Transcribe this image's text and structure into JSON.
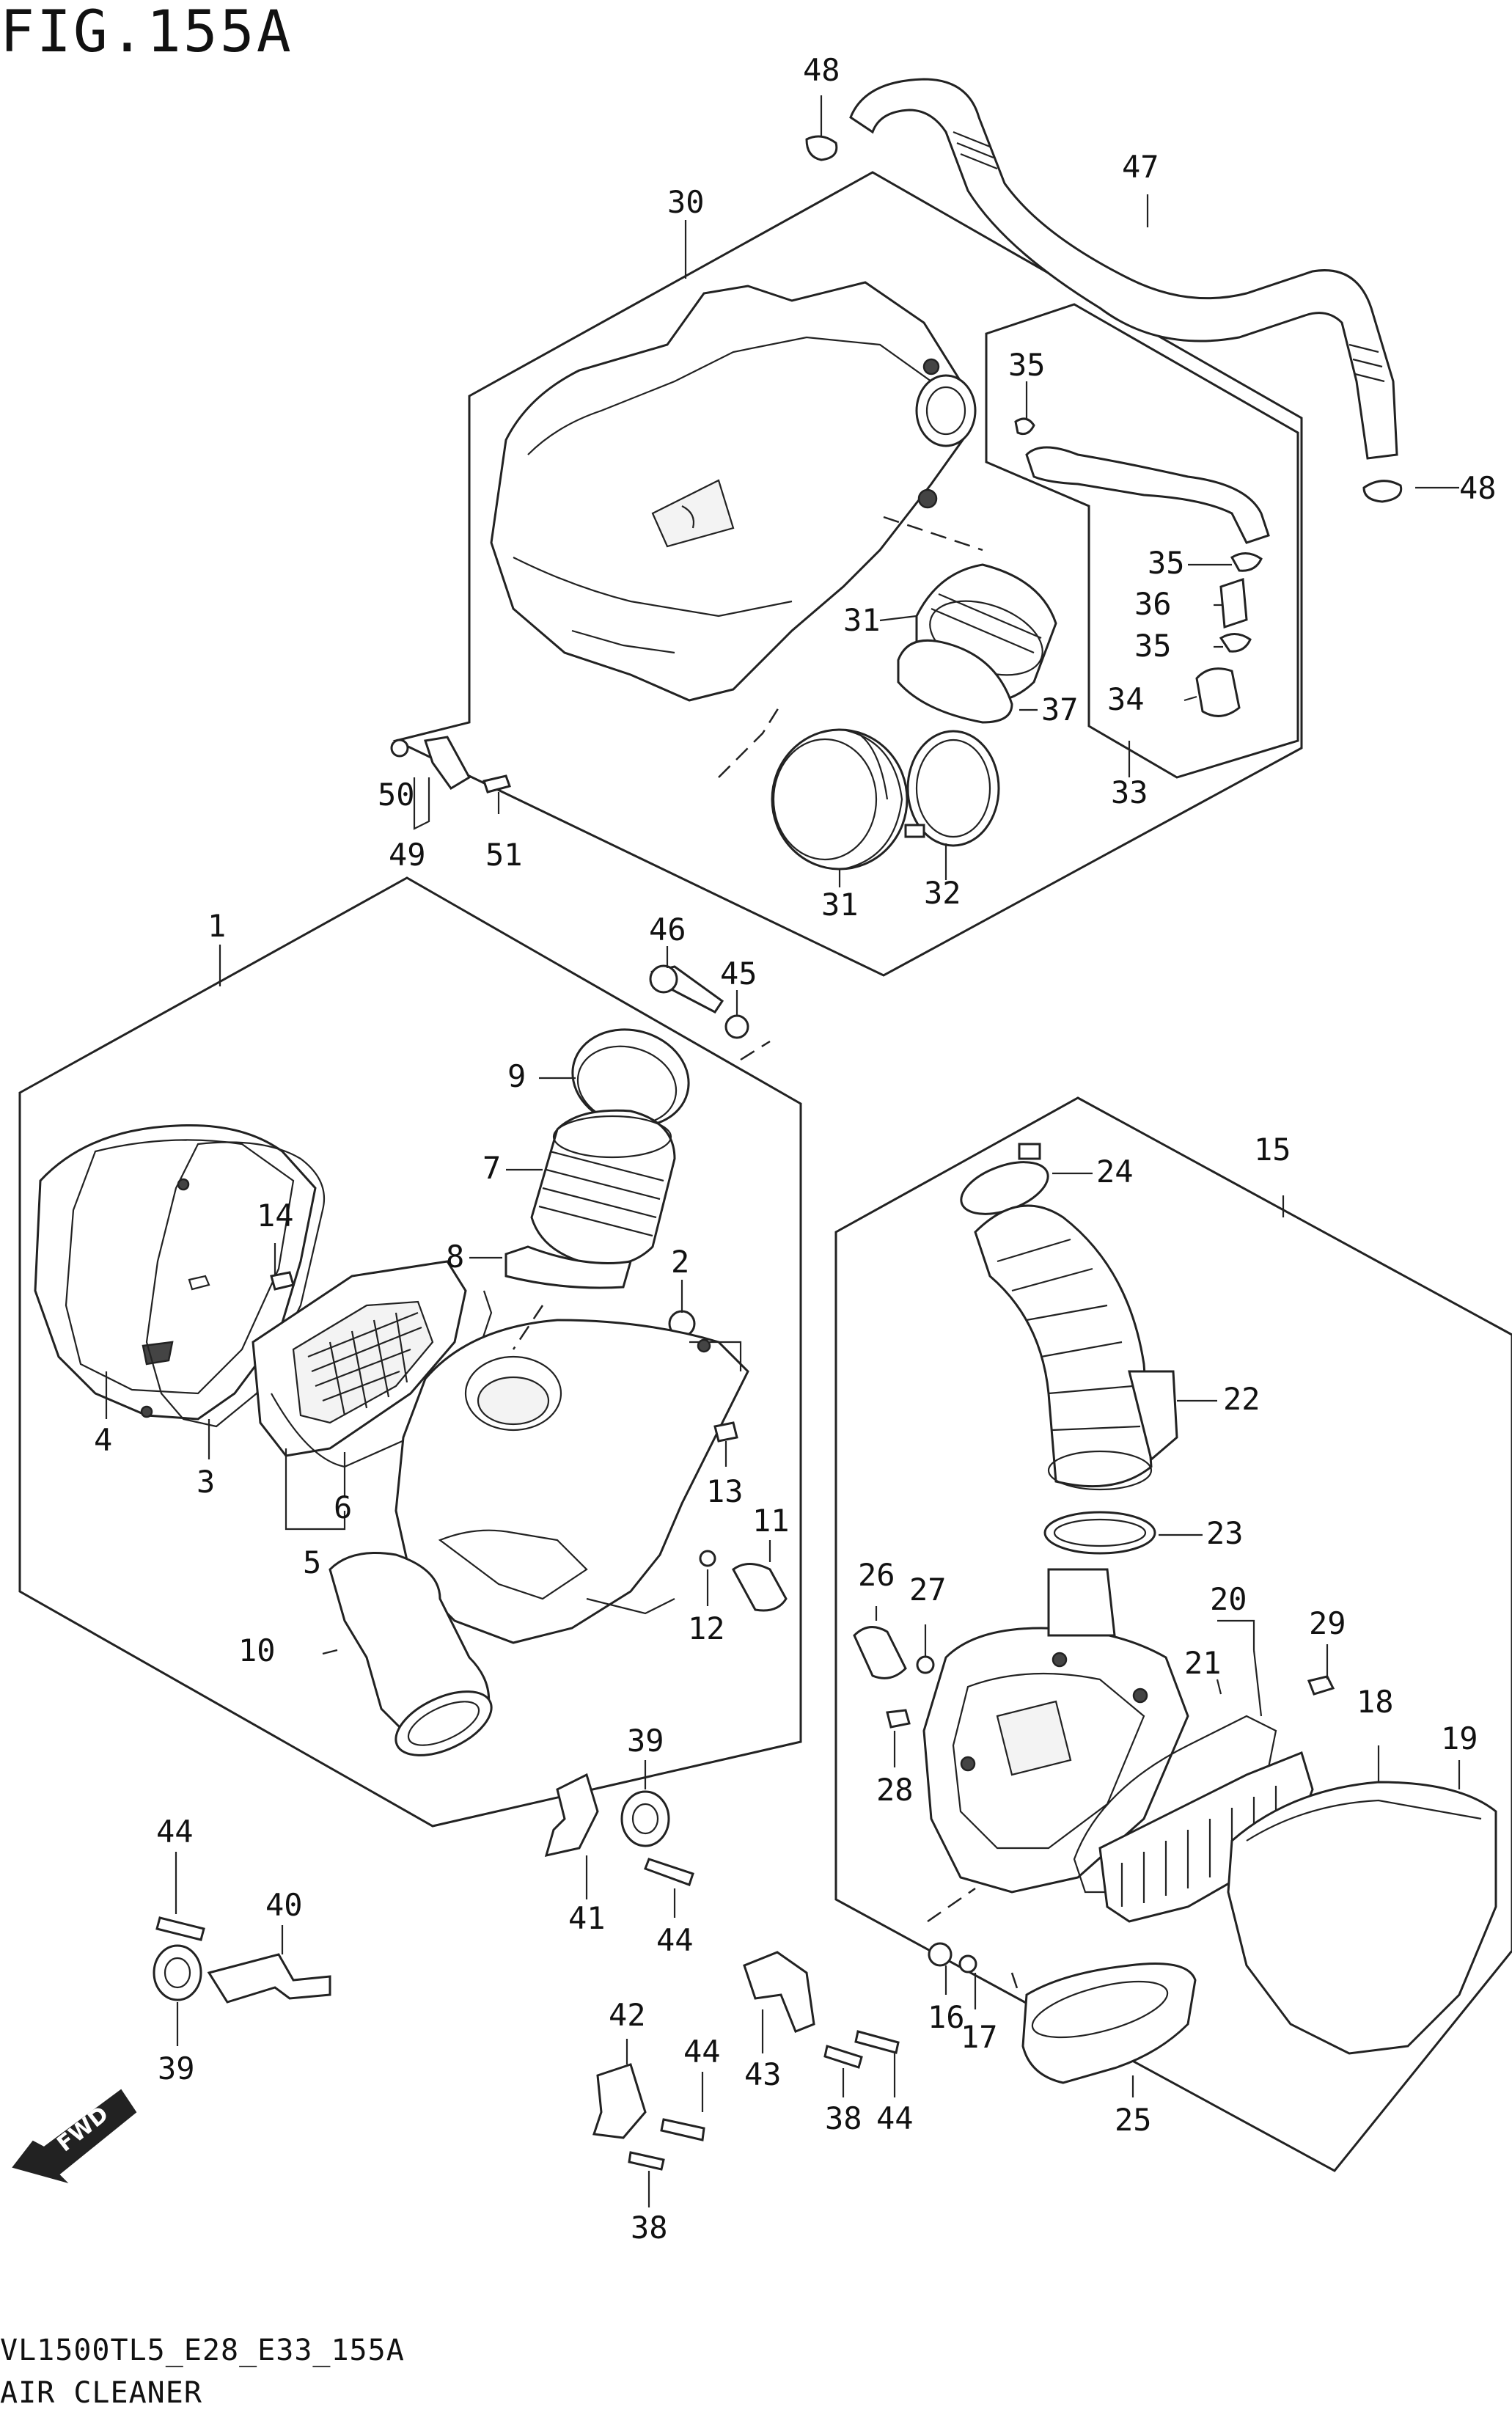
{
  "figure": {
    "title": "FIG.155A",
    "model_code": "VL1500TL5_E28_E33_155A",
    "caption": "AIR CLEANER"
  },
  "badge": {
    "fwd_label": "FWD"
  },
  "callouts": {
    "c1": "1",
    "c2": "2",
    "c3": "3",
    "c4": "4",
    "c5": "5",
    "c6": "6",
    "c7": "7",
    "c8": "8",
    "c9": "9",
    "c10": "10",
    "c11": "11",
    "c12": "12",
    "c13": "13",
    "c14": "14",
    "c15": "15",
    "c16": "16",
    "c17": "17",
    "c18": "18",
    "c19": "19",
    "c20": "20",
    "c21": "21",
    "c22": "22",
    "c23": "23",
    "c24": "24",
    "c25": "25",
    "c26": "26",
    "c27": "27",
    "c28": "28",
    "c29": "29",
    "c30": "30",
    "c31a": "31",
    "c31b": "31",
    "c32": "32",
    "c33": "33",
    "c34": "34",
    "c35a": "35",
    "c35b": "35",
    "c35c": "35",
    "c36": "36",
    "c37": "37",
    "c38a": "38",
    "c38b": "38",
    "c39a": "39",
    "c39b": "39",
    "c40": "40",
    "c41": "41",
    "c42": "42",
    "c43": "43",
    "c44a": "44",
    "c44b": "44",
    "c44c": "44",
    "c44d": "44",
    "c45": "45",
    "c46": "46",
    "c47": "47",
    "c48a": "48",
    "c48b": "48",
    "c49": "49",
    "c50": "50",
    "c51": "51"
  }
}
